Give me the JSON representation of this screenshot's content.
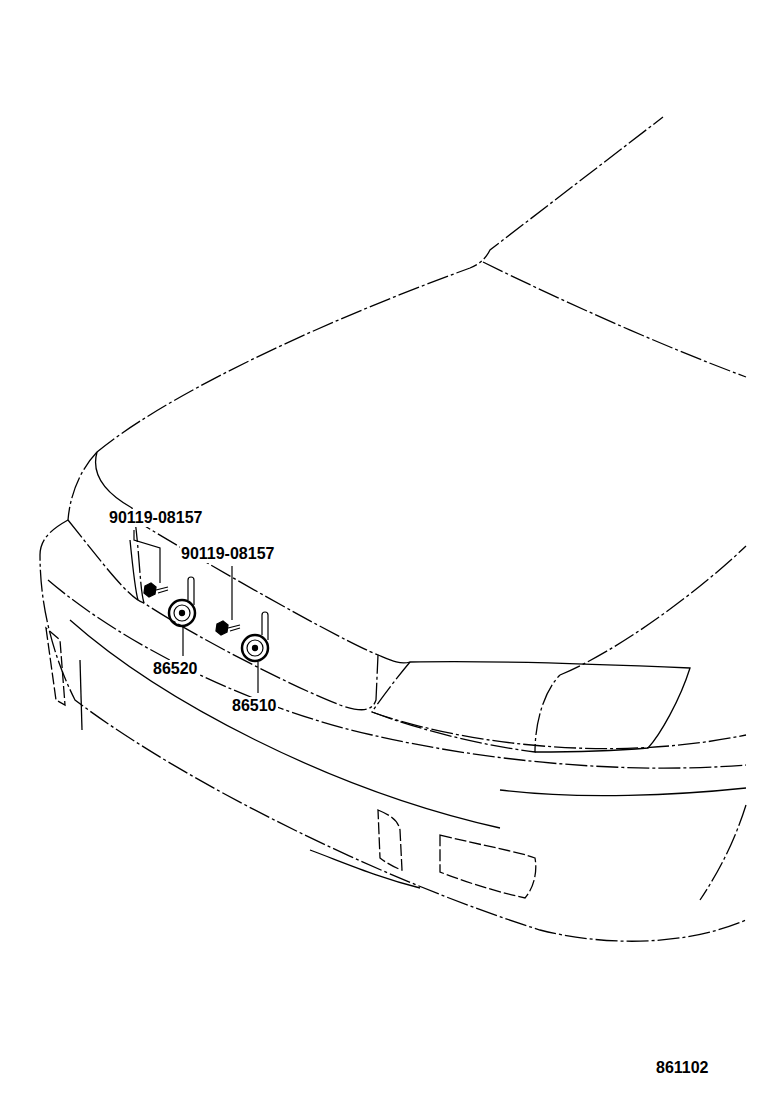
{
  "diagram": {
    "labels": [
      "90119-08157",
      "90119-08157",
      "86520",
      "86510",
      "861102"
    ]
  }
}
